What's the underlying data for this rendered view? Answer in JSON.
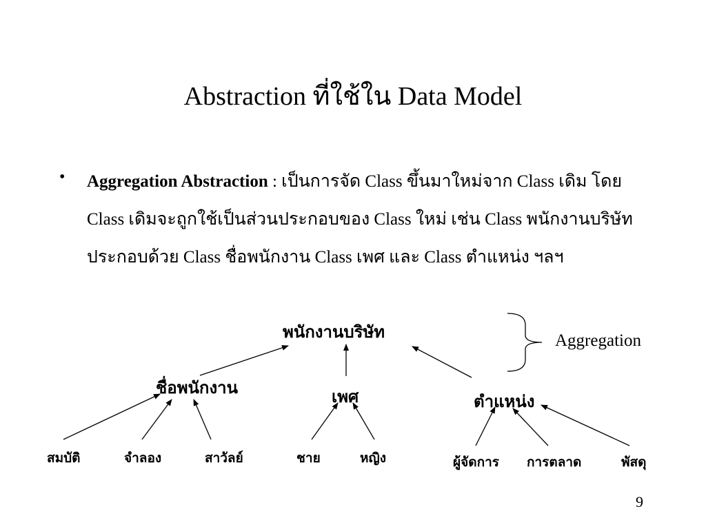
{
  "slide": {
    "title": "Abstraction ที่ใช้ใน Data Model",
    "bullet": {
      "marker": "•",
      "term": "Aggregation Abstraction",
      "text": " : เป็นการจัด Class ขึ้นมาใหม่จาก Class เดิม โดย Class เดิมจะถูกใช้เป็นส่วนประกอบของ Class ใหม่  เช่น Class พนักงานบริษัท ประกอบด้วย Class ชื่อพนักงาน Class เพศ และ Class ตำแหน่ง  ฯลฯ"
    },
    "diagram": {
      "root": "พนักงานบริษัท",
      "aggregation_label": "Aggregation",
      "children": [
        {
          "label": "ชื่อพนักงาน",
          "leaves": [
            "สมบัติ",
            "จำลอง",
            "สาวัลย์"
          ]
        },
        {
          "label": "เพศ",
          "leaves": [
            "ชาย",
            "หญิง"
          ]
        },
        {
          "label": "ตำแหน่ง",
          "leaves": [
            "ผู้จัดการ",
            "การตลาด",
            "พัสดุ"
          ]
        }
      ]
    },
    "page_number": "9"
  }
}
